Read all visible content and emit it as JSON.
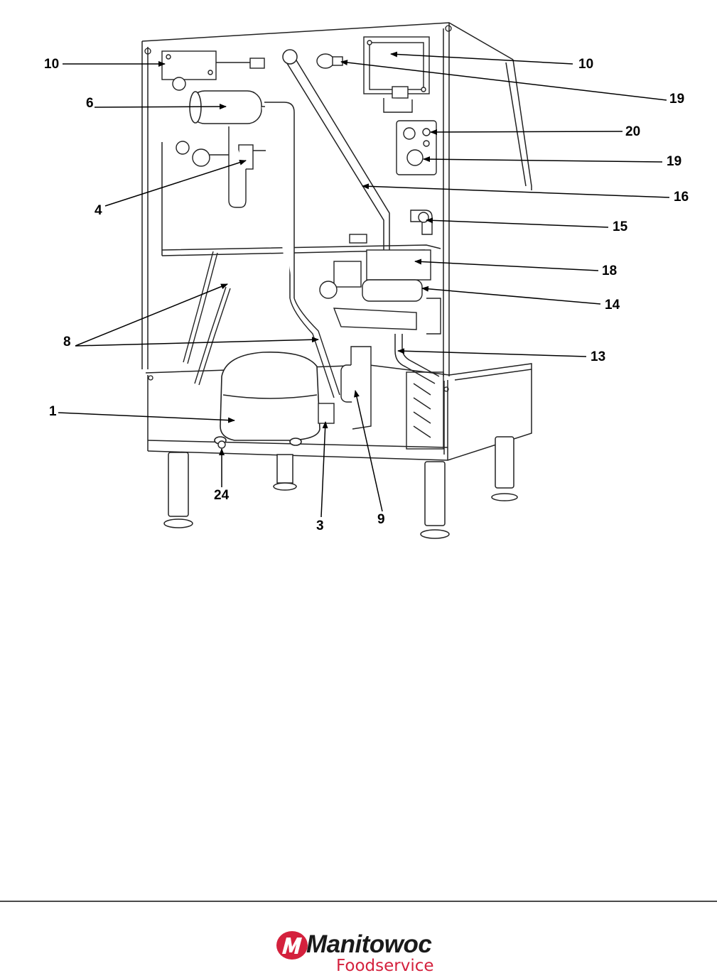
{
  "callouts": [
    {
      "id": "c10a",
      "label": "10"
    },
    {
      "id": "c10b",
      "label": "10"
    },
    {
      "id": "c6",
      "label": "6"
    },
    {
      "id": "c19a",
      "label": "19"
    },
    {
      "id": "c20",
      "label": "20"
    },
    {
      "id": "c19b",
      "label": "19"
    },
    {
      "id": "c4",
      "label": "4"
    },
    {
      "id": "c16",
      "label": "16"
    },
    {
      "id": "c15",
      "label": "15"
    },
    {
      "id": "c18",
      "label": "18"
    },
    {
      "id": "c14",
      "label": "14"
    },
    {
      "id": "c8",
      "label": "8"
    },
    {
      "id": "c13",
      "label": "13"
    },
    {
      "id": "c1",
      "label": "1"
    },
    {
      "id": "c24",
      "label": "24"
    },
    {
      "id": "c3",
      "label": "3"
    },
    {
      "id": "c9",
      "label": "9"
    }
  ],
  "footer": {
    "brand_name": "Manitowoc",
    "brand_sub": "Foodservice",
    "brand_color": "#d4213d"
  }
}
